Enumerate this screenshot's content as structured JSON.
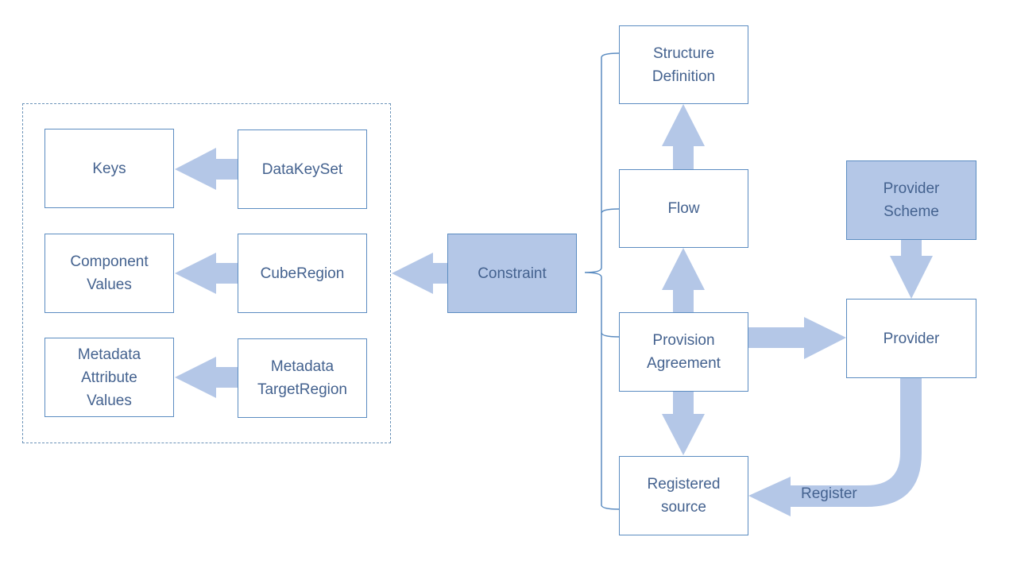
{
  "colors": {
    "arrow": "#b4c7e7",
    "border": "#5b8cc1",
    "text": "#44628f",
    "filled": "#b4c7e7"
  },
  "nodes": {
    "keys": "Keys",
    "datakeyset": "DataKeySet",
    "component_values": "Component\nValues",
    "cuberegion": "CubeRegion",
    "metadata_attribute_values": "Metadata\nAttribute\nValues",
    "metadata_targetregion": "Metadata\nTargetRegion",
    "constraint": "Constraint",
    "structure_definition": "Structure\nDefinition",
    "flow": "Flow",
    "provision_agreement": "Provision\nAgreement",
    "registered_source": "Registered\nsource",
    "provider_scheme": "Provider\nScheme",
    "provider": "Provider"
  },
  "edges": [
    {
      "from": "datakeyset",
      "to": "keys"
    },
    {
      "from": "cuberegion",
      "to": "component_values"
    },
    {
      "from": "metadata_targetregion",
      "to": "metadata_attribute_values"
    },
    {
      "from": "constraint",
      "to": "constraint_group"
    },
    {
      "from": "flow",
      "to": "structure_definition"
    },
    {
      "from": "provision_agreement",
      "to": "flow"
    },
    {
      "from": "provision_agreement",
      "to": "registered_source"
    },
    {
      "from": "provision_agreement",
      "to": "provider"
    },
    {
      "from": "provider_scheme",
      "to": "provider"
    },
    {
      "from": "provider",
      "to": "registered_source",
      "label": "Register"
    }
  ],
  "register_label": "Register"
}
